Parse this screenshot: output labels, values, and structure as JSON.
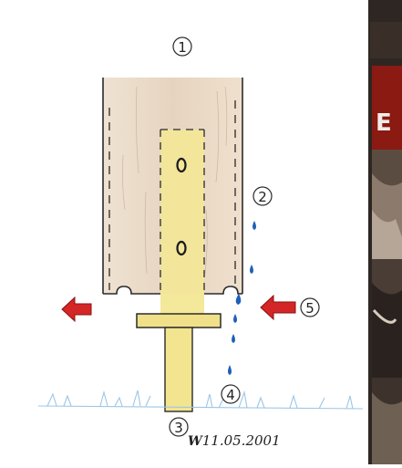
{
  "callouts": {
    "c1": "1",
    "c2": "2",
    "c3": "3",
    "c4": "4",
    "c5": "5"
  },
  "signature": {
    "initials": "W",
    "date": "11.05.2001"
  },
  "photo_strip": {
    "caption_letter": "E"
  },
  "colors": {
    "wood": "#e9d8c4",
    "insert": "#f4e89a",
    "arrow": "#d42626",
    "drop": "#1f5fb8",
    "grass": "#9cc6e6",
    "banner": "#8a1a12"
  }
}
